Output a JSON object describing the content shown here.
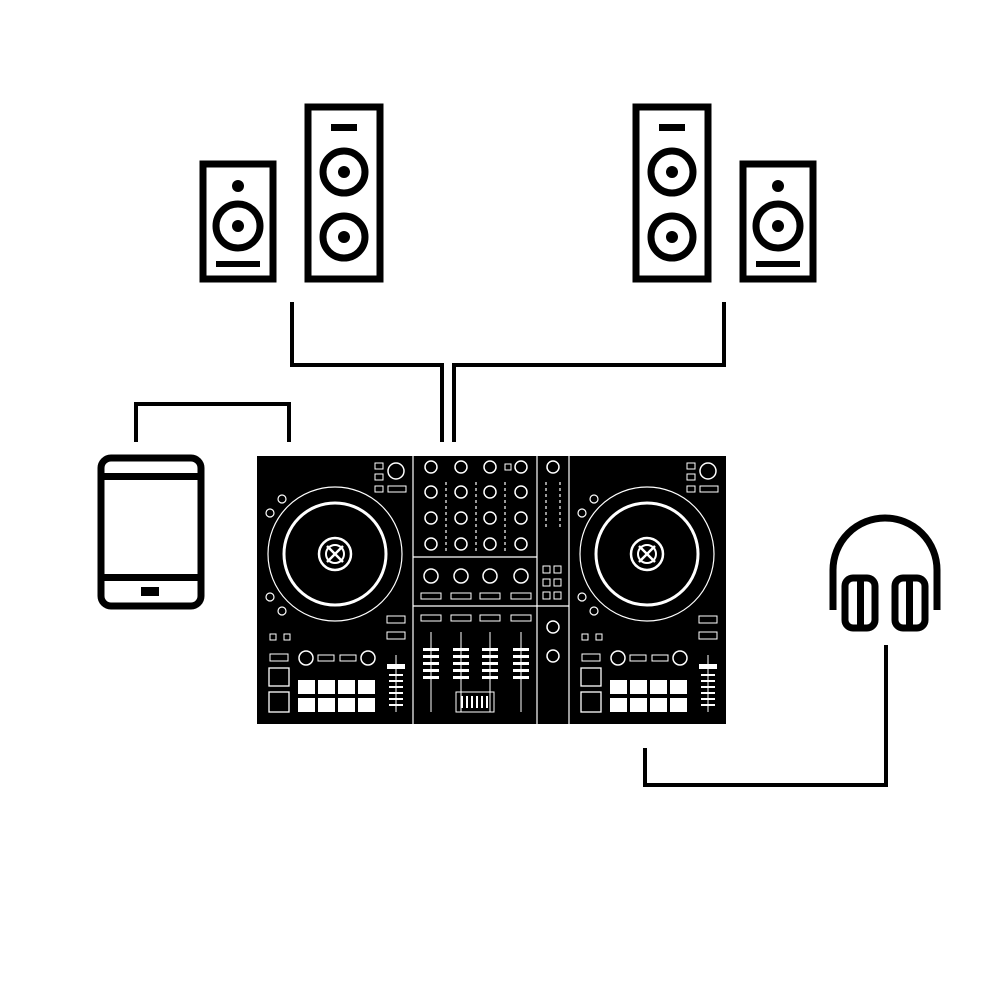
{
  "diagram": {
    "colors": {
      "background": "#ffffff",
      "ink": "#000000",
      "controller_markings": "#ffffff"
    },
    "devices": [
      {
        "id": "speaker-left-small",
        "icon": "bookshelf-speaker-icon"
      },
      {
        "id": "speaker-left-tall",
        "icon": "tower-speaker-icon"
      },
      {
        "id": "speaker-right-tall",
        "icon": "tower-speaker-icon"
      },
      {
        "id": "speaker-right-small",
        "icon": "bookshelf-speaker-icon"
      },
      {
        "id": "tablet",
        "icon": "tablet-icon"
      },
      {
        "id": "dj-controller",
        "icon": "dj-controller-icon"
      },
      {
        "id": "headphones",
        "icon": "headphones-icon"
      }
    ],
    "connections": [
      {
        "from": "speaker-left-tall",
        "to": "dj-controller"
      },
      {
        "from": "speaker-right-tall",
        "to": "dj-controller"
      },
      {
        "from": "tablet",
        "to": "dj-controller"
      },
      {
        "from": "dj-controller",
        "to": "headphones"
      }
    ]
  }
}
